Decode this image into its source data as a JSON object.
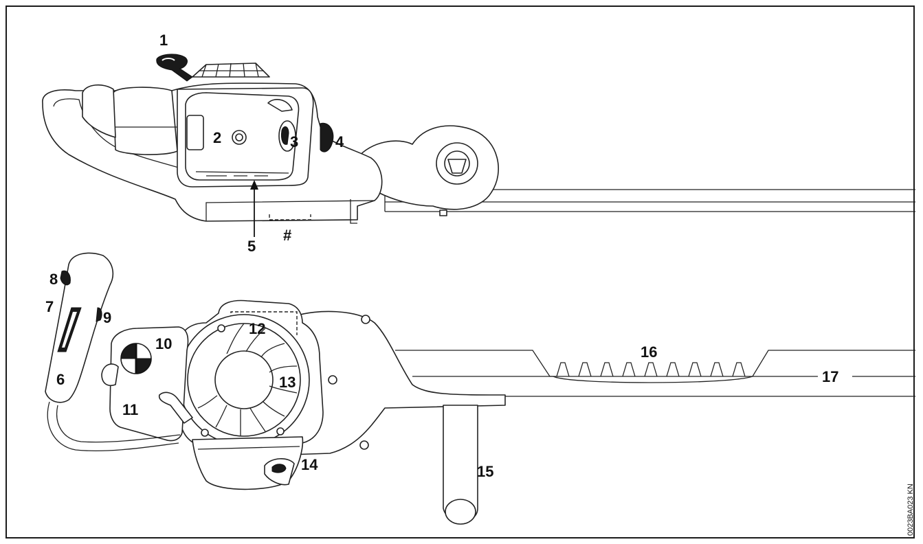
{
  "labels": {
    "l1": "1",
    "l2": "2",
    "l3": "3",
    "l4": "4",
    "l5": "5",
    "hash": "#",
    "l6": "6",
    "l7": "7",
    "l8": "8",
    "l9": "9",
    "l10": "10",
    "l11": "11",
    "l12": "12",
    "l13": "13",
    "l14": "14",
    "l15": "15",
    "l16": "16",
    "l17": "17"
  },
  "figure_code": "0023BA023 KN",
  "colors": {
    "line": "#222222",
    "fill": "#ffffff",
    "dark": "#1a1a1a"
  }
}
